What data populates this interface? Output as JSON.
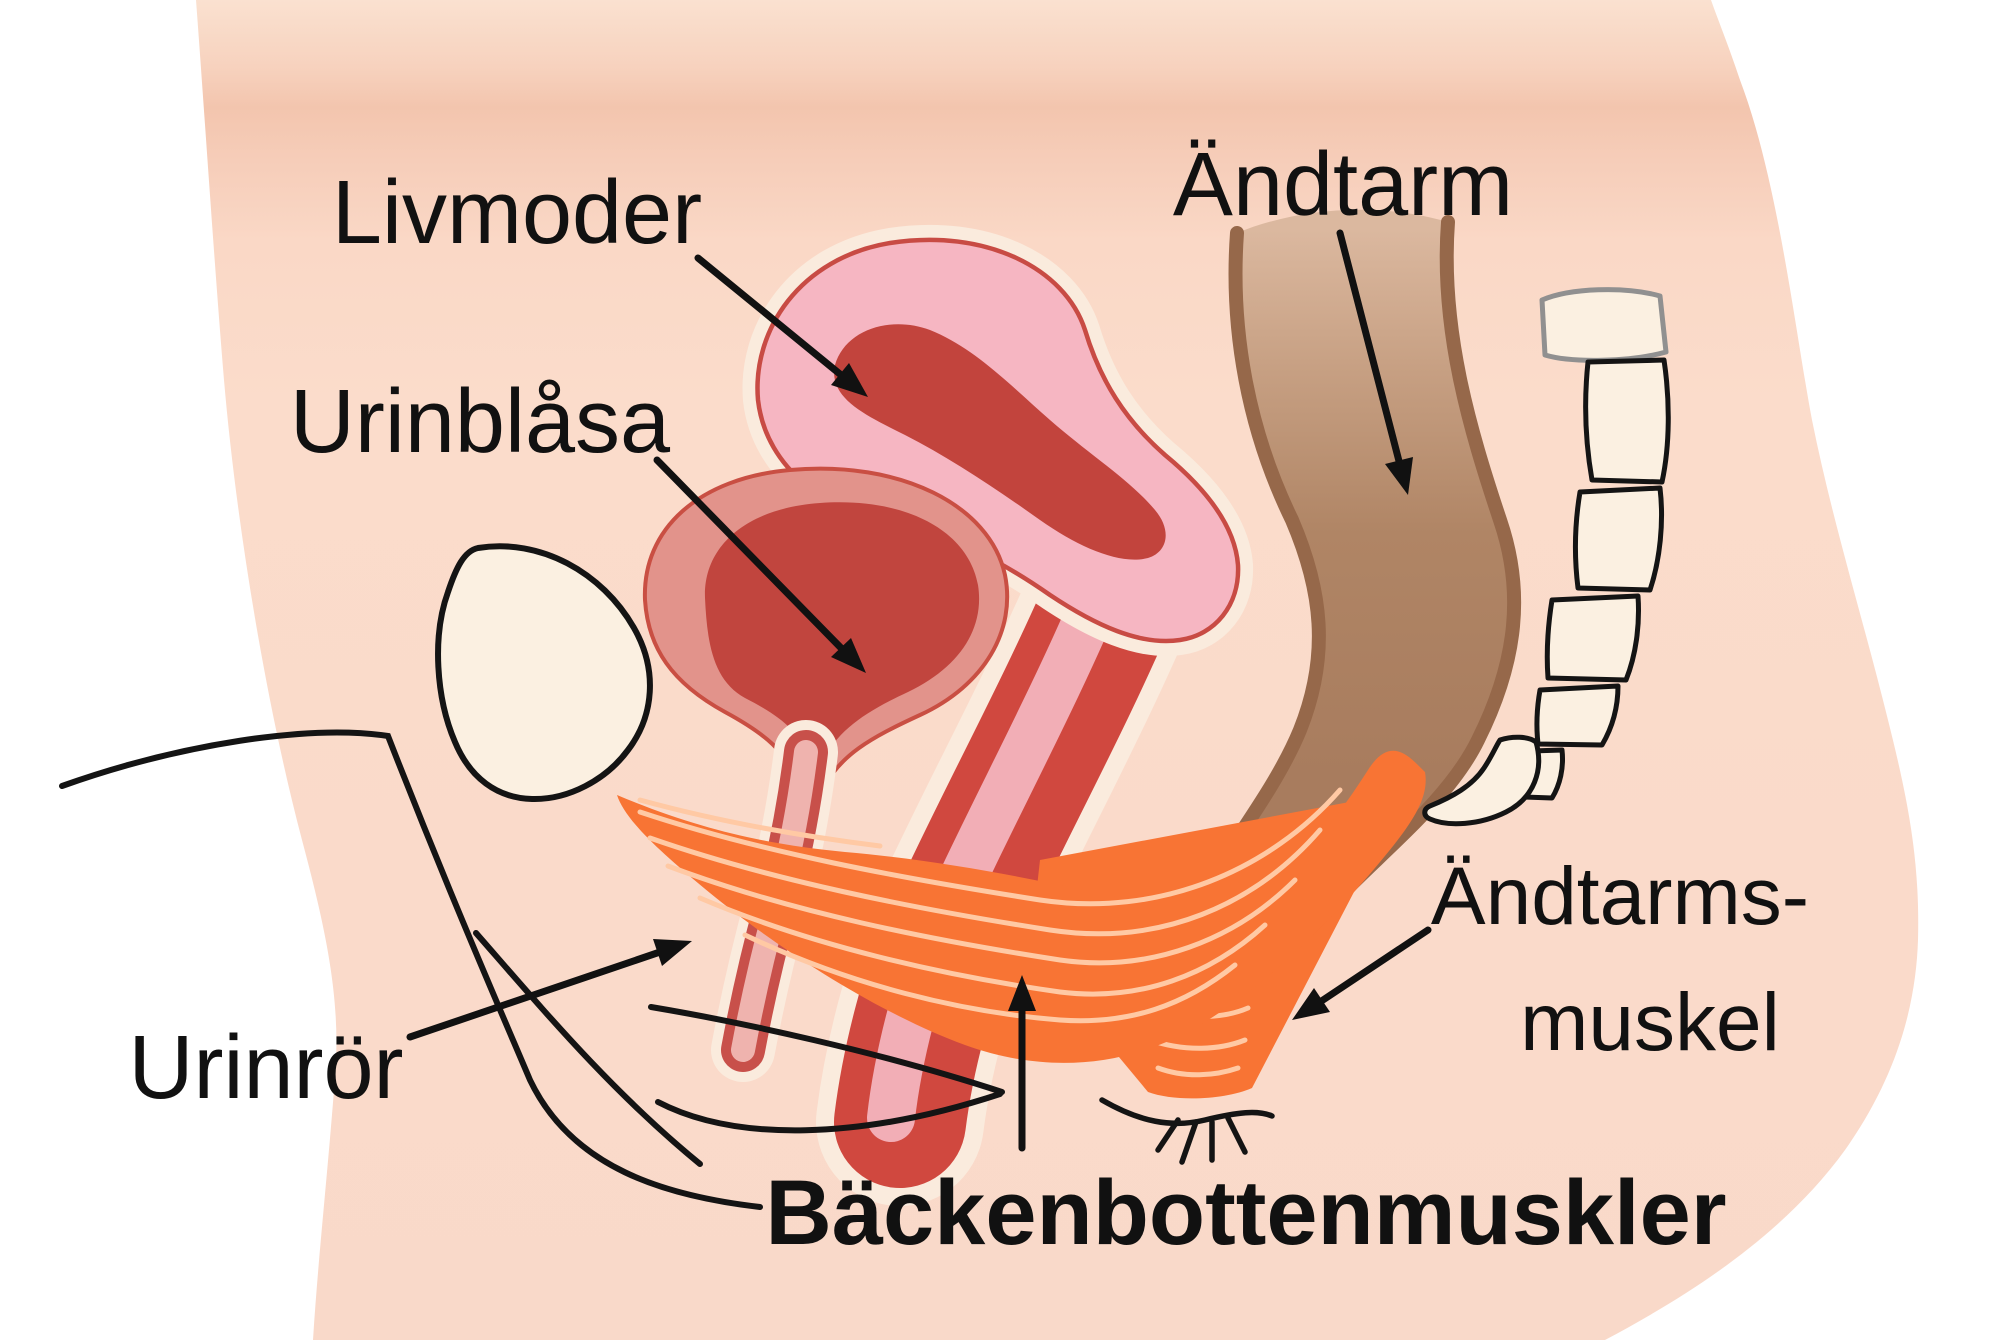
{
  "diagram": {
    "type": "anatomy-illustration",
    "subject": "female pelvic floor sagittal cross-section",
    "language": "Swedish",
    "labels": {
      "uterus": "Livmoder",
      "bladder": "Urinblåsa",
      "rectum": "Ändtarm",
      "urethra": "Urinrör",
      "anal_sphincter_line1": "Ändtarms-",
      "anal_sphincter_line2": "muskel",
      "pelvic_floor": "Bäckenbottenmuskler"
    },
    "colors": {
      "background": "#FFFFFF",
      "skin": "#FBDCCB",
      "skin_shadow_band": "#F3C5AE",
      "uterus_pink": "#F6B6C2",
      "organ_outline_red": "#C84B44",
      "cavity_dark_red": "#C2443D",
      "bladder_wall_rose": "#E2938B",
      "vagina_red": "#D0483F",
      "vagina_core_pink": "#F2AEB6",
      "rectum_brown": "#AC8062",
      "rectum_border_brown": "#96684A",
      "pelvic_floor_orange": "#F87434",
      "muscle_streak": "#FFC9A4",
      "bone_cream": "#FBF0E1",
      "line_black": "#141414",
      "gap_cream": "#FAEBDD"
    }
  }
}
